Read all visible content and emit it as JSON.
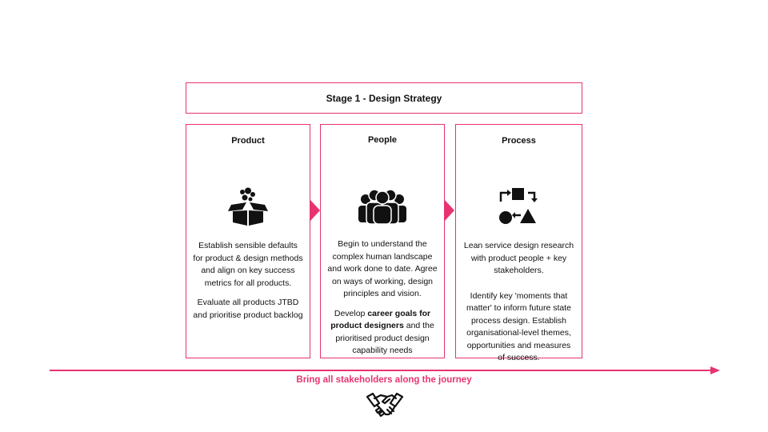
{
  "stage": {
    "title": "Stage 1 - Design Strategy"
  },
  "columns": [
    {
      "title": "Product",
      "icon": "box-icon",
      "paragraphs": [
        "Establish sensible defaults for product & design methods and align on key success metrics for all products.",
        "Evaluate all products JTBD and prioritise product backlog"
      ]
    },
    {
      "title": "People",
      "icon": "people-group-icon",
      "paragraphs": [
        "Begin to understand the complex human landscape and work done to date. Agree on ways of working, design principles and vision."
      ],
      "rich_paragraph": {
        "before": "Develop ",
        "bold": "career goals for product designers",
        "after": " and the prioritised product design capability needs"
      }
    },
    {
      "title": "Process",
      "icon": "process-shapes-icon",
      "paragraphs": [
        "Lean service design research with product people + key stakeholders.",
        "Identify key 'moments that matter' to inform future state process design. Establish organisational-level themes, opportunities and measures of success."
      ]
    }
  ],
  "journey": {
    "label": "Bring all stakeholders along the journey",
    "icon": "handshake-icon"
  },
  "colors": {
    "accent": "#e8336f",
    "text": "#111111"
  }
}
